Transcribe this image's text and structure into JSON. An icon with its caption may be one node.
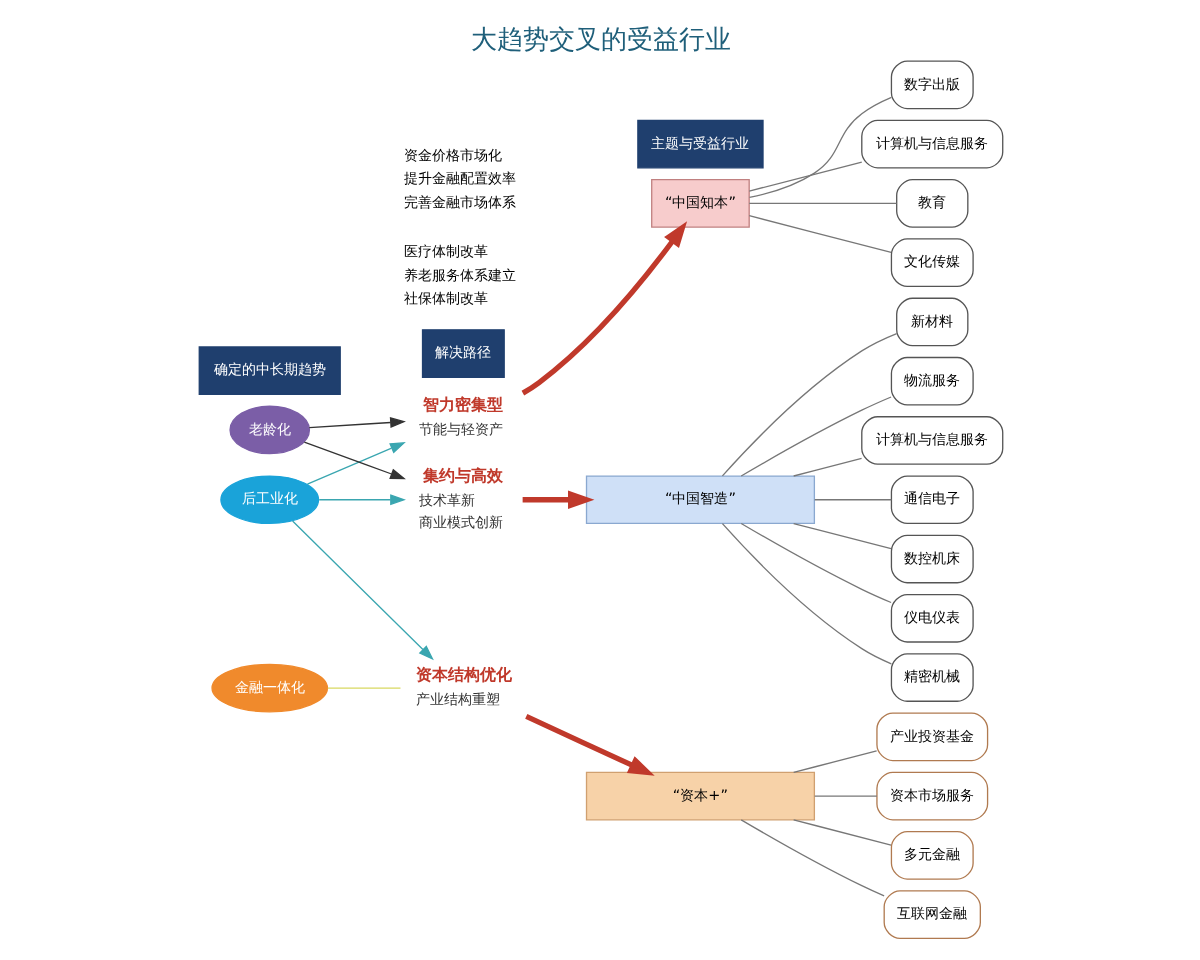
{
  "diagram": {
    "title": "大趋势交叉的受益行业",
    "nodes": [
      {
        "text": [
          "确定的中长期趋势"
        ]
      },
      {
        "text": [
          "解决路径"
        ]
      },
      {
        "text": [
          "主题与受益行业"
        ]
      },
      {
        "text": [
          "后工业化"
        ]
      },
      {
        "text": [
          "老龄化"
        ]
      },
      {
        "text": [
          "金融一体化"
        ]
      },
      {
        "text": [
          "集约与高效"
        ],
        "beside": [
          "技术革新",
          "商业模式创新"
        ]
      },
      {
        "text": [
          "智力密集型"
        ],
        "beside": [
          "节能与轻资产"
        ]
      },
      {
        "text": [
          "资本结构优化"
        ],
        "beside": [
          "产业结构重塑"
        ]
      },
      {
        "text": [
          "“中国智造”"
        ]
      },
      {
        "text": [
          "“中国知本”"
        ]
      },
      {
        "text": [
          "“资本+”"
        ]
      },
      {
        "text": [
          "计算机与信息服务"
        ]
      },
      {
        "text": [
          "通信电子"
        ]
      },
      {
        "text": [
          "数控机床"
        ]
      },
      {
        "text": [
          "仪电仪表"
        ]
      },
      {
        "text": [
          "精密机械"
        ]
      },
      {
        "text": [
          "新材料"
        ]
      },
      {
        "text": [
          "物流服务"
        ]
      },
      {
        "text": [
          "教育"
        ]
      },
      {
        "text": [
          "文化传媒"
        ]
      },
      {
        "text": [
          "数字出版"
        ]
      },
      {
        "text": [
          "计算机与信息服务"
        ]
      },
      {
        "text": [
          "资本市场服务"
        ]
      },
      {
        "text": [
          "多元金融"
        ]
      },
      {
        "text": [
          "互联网金融"
        ]
      },
      {
        "text": [
          "产业投资基金"
        ]
      }
    ],
    "edges": [
      {
        "from": 3,
        "to": 6,
        "arrow": "to",
        "color": "#3aa6b0"
      },
      {
        "from": 3,
        "to": 7,
        "arrow": "to",
        "color": "#3aa6b0"
      },
      {
        "from": 3,
        "to": 8,
        "arrow": "to",
        "color": "#3aa6b0"
      },
      {
        "from": 4,
        "to": 6,
        "arrow": "to",
        "color": "#333333"
      },
      {
        "from": 4,
        "to": 7,
        "arrow": "to",
        "color": "#333333"
      },
      {
        "from": 5,
        "to": 8,
        "arrow": "none",
        "color": "#d8d860"
      },
      {
        "from": 6,
        "to": 9,
        "arrow": "to",
        "style": "thick",
        "color": "#c0392b"
      },
      {
        "from": 7,
        "to": 10,
        "arrow": "to",
        "style": "thick",
        "color": "#c0392b"
      },
      {
        "from": 8,
        "to": 11,
        "arrow": "to",
        "style": "thick",
        "color": "#c0392b"
      },
      {
        "from": 9,
        "to": 12,
        "arrow": "none"
      },
      {
        "from": 9,
        "to": 13,
        "arrow": "none"
      },
      {
        "from": 9,
        "to": 14,
        "arrow": "none"
      },
      {
        "from": 9,
        "to": 15,
        "arrow": "none"
      },
      {
        "from": 9,
        "to": 16,
        "arrow": "none"
      },
      {
        "from": 9,
        "to": 17,
        "arrow": "none"
      },
      {
        "from": 9,
        "to": 18,
        "arrow": "none"
      },
      {
        "from": 10,
        "to": 19,
        "arrow": "none"
      },
      {
        "from": 10,
        "to": 20,
        "arrow": "none"
      },
      {
        "from": 10,
        "to": 21,
        "arrow": "none"
      },
      {
        "from": 10,
        "to": 22,
        "arrow": "none"
      },
      {
        "from": 11,
        "to": 23,
        "arrow": "none"
      },
      {
        "from": 11,
        "to": 24,
        "arrow": "none"
      },
      {
        "from": 11,
        "to": 25,
        "arrow": "none"
      },
      {
        "from": 11,
        "to": 26,
        "arrow": "none"
      }
    ],
    "labels": [
      "医疗体制改革",
      "养老服务体系建立",
      "社保体制改革",
      "资金价格市场化",
      "提升金融配置效率",
      "完善金融市场体系"
    ]
  }
}
